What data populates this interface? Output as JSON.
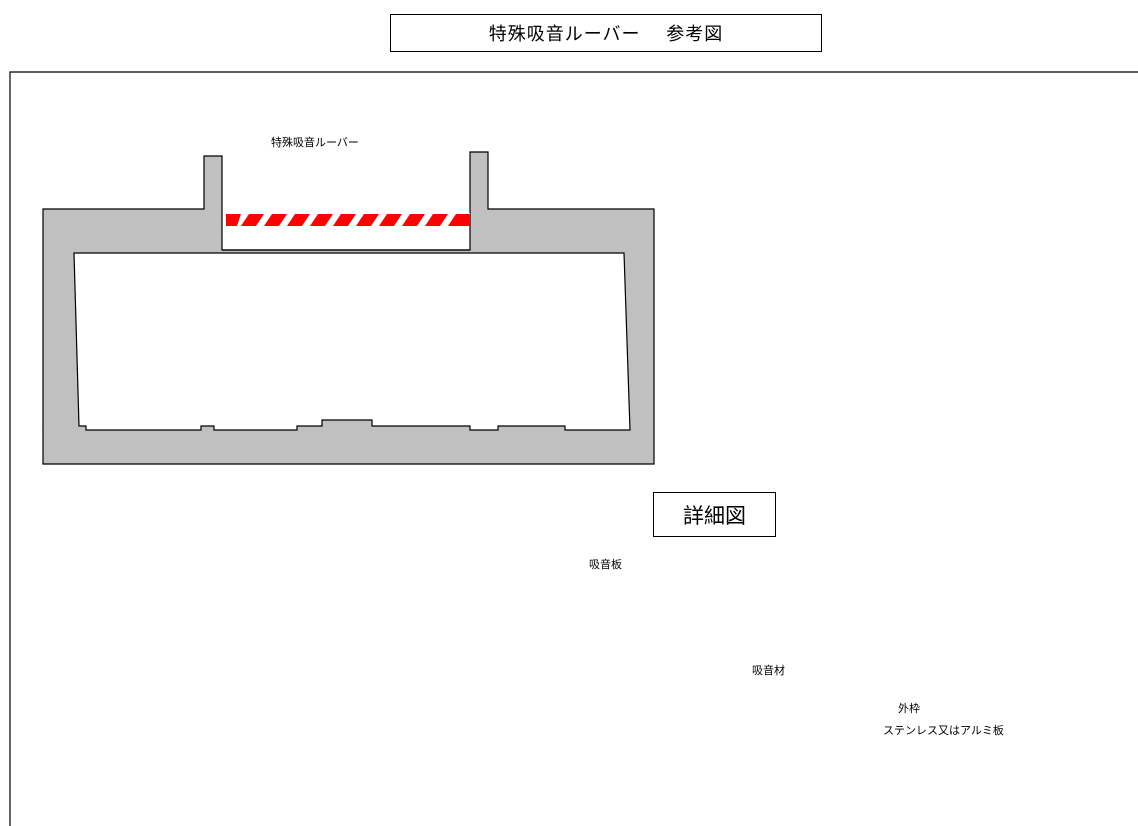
{
  "title": "特殊吸音ルーバー　 参考図",
  "detail_title": "詳細図",
  "labels": {
    "louver": "特殊吸音ルーバー",
    "absorber_plate": "吸音板",
    "absorber_material": "吸音材",
    "outer_frame": "外枠",
    "frame_material": "ステンレス又はアルミ板"
  },
  "colors": {
    "concrete": "#c0c0c0",
    "louver_red": "#ff0000",
    "sound_blue": "#0000ff",
    "sound_cyan": "#00e5ff",
    "tree_green": "#00a040",
    "trunk_brown": "#8b3a1a"
  }
}
